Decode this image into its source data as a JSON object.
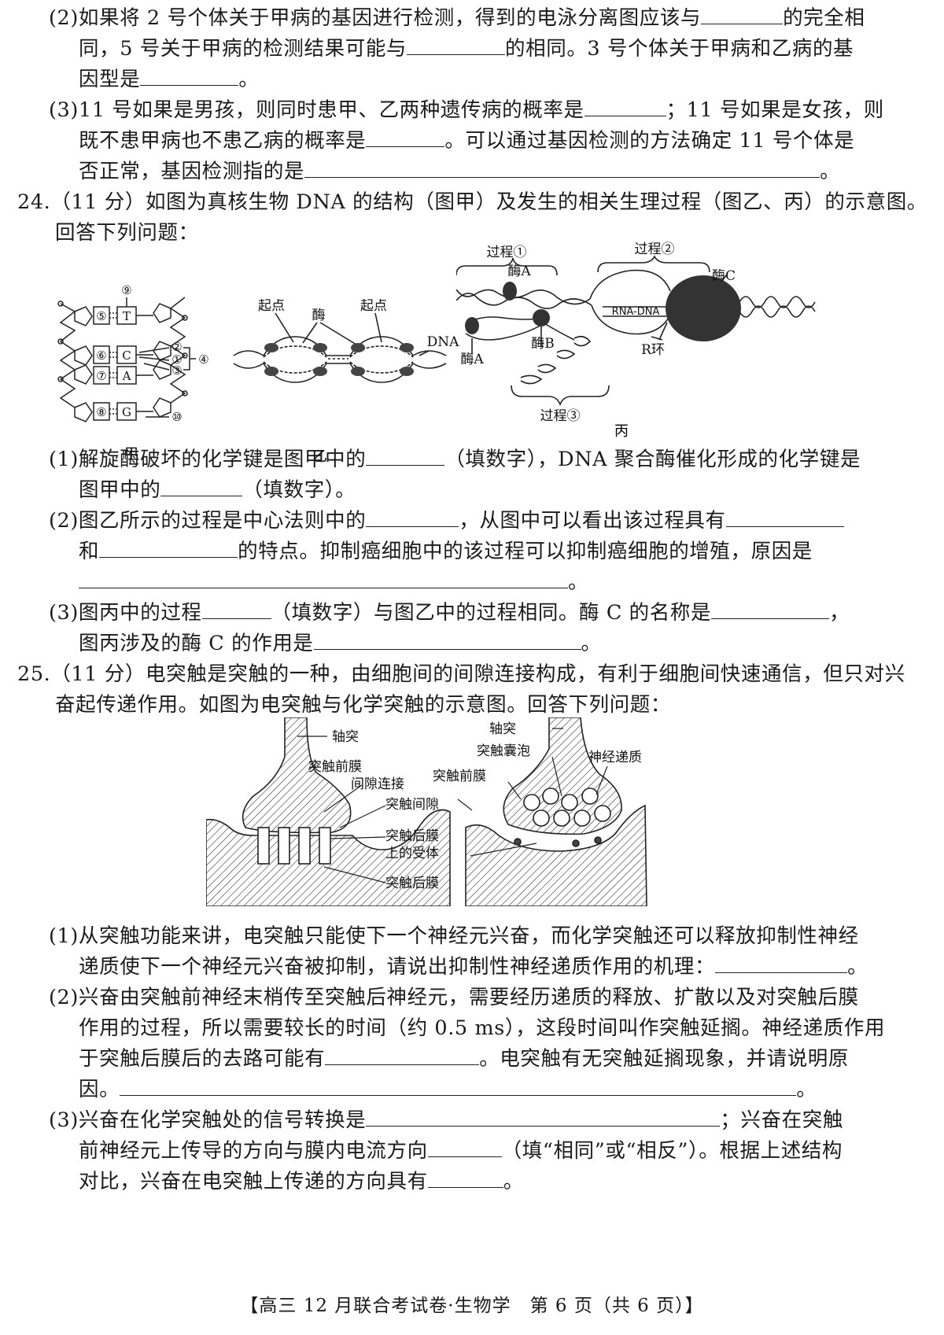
{
  "q23": {
    "p2_l1": [
      "(2)如果将 2 号个体关于甲病的基因进行检测，得到的电泳分离图应该与",
      "的完全相"
    ],
    "p2_l2": [
      "同，5 号关于甲病的检测结果可能与",
      "的相同。3 号个体关于甲病和乙病的基"
    ],
    "p2_l3": [
      "因型是",
      "。"
    ],
    "p3_l1": [
      "(3)11 号如果是男孩，则同时患甲、乙两种遗传病的概率是",
      "；11 号如果是女孩，则"
    ],
    "p3_l2": [
      "既不患甲病也不患乙病的概率是",
      "。可以通过基因检测的方法确定 11 号个体是"
    ],
    "p3_l3": [
      "否正常，基因检测指的是",
      "。"
    ]
  },
  "q24": {
    "stem_l1": "24.（11 分）如图为真核生物 DNA 的结构（图甲）及发生的相关生理过程（图乙、丙）的示意图。",
    "stem_l2": "回答下列问题：",
    "fig_jia": {
      "bases": [
        "T",
        "C",
        "A",
        "G"
      ],
      "left_nums": [
        "⑤",
        "⑥",
        "⑦",
        "⑧"
      ],
      "nums": [
        "⑨",
        "②",
        "①",
        "③",
        "④",
        "⑩"
      ],
      "caption": "甲"
    },
    "fig_yi": {
      "origin1": "起点",
      "enzyme": "酶",
      "origin2": "起点",
      "dna": "DNA",
      "caption": "乙"
    },
    "fig_bing": {
      "process1": "过程①",
      "process2": "过程②",
      "process3": "过程③",
      "enzymeA_top": "酶A",
      "enzymeA_bottom": "酶A",
      "enzymeB": "酶B",
      "enzymeC": "酶C",
      "hybrid": "RNA-DNA",
      "rloop": "R环",
      "caption": "丙"
    },
    "p1_l1": [
      "(1)解旋酶破坏的化学键是图甲中的",
      "（填数字），DNA 聚合酶催化形成的化学键是"
    ],
    "p1_l2": [
      "图甲中的",
      "（填数字）。"
    ],
    "p2_l1": [
      "(2)图乙所示的过程是中心法则中的",
      "，从图中可以看出该过程具有"
    ],
    "p2_l2": [
      "和",
      "的特点。抑制癌细胞中的该过程可以抑制癌细胞的增殖，原因是"
    ],
    "p2_l3": [
      "。"
    ],
    "p3_l1": [
      "(3)图丙中的过程",
      "（填数字）与图乙中的过程相同。酶 C 的名称是",
      "，"
    ],
    "p3_l2": [
      "图丙涉及的酶 C 的作用是",
      "。"
    ]
  },
  "q25": {
    "stem_l1": "25.（11 分）电突触是突触的一种，由细胞间的间隙连接构成，有利于细胞间快速通信，但只对兴",
    "stem_l2": "奋起传递作用。如图为电突触与化学突触的示意图。回答下列问题：",
    "fig": {
      "axon_l": "轴突",
      "pre_l": "突触前膜",
      "gap": "间隙连接",
      "cleft": "突触间隙",
      "receptor1": "突触后膜",
      "receptor2": "上的受体",
      "post": "突触后膜",
      "axon_r": "轴突",
      "vesicle": "突触囊泡",
      "nt": "神经递质",
      "pre_r": "突触前膜"
    },
    "p1_l1": "(1)从突触功能来讲，电突触只能使下一个神经元兴奋，而化学突触还可以释放抑制性神经",
    "p1_l2": [
      "递质使下一个神经元兴奋被抑制，请说出抑制性神经递质作用的机理：",
      "。"
    ],
    "p2_l1": "(2)兴奋由突触前神经末梢传至突触后神经元，需要经历递质的释放、扩散以及对突触后膜",
    "p2_l2": "作用的过程，所以需要较长的时间（约 0.5 ms），这段时间叫作突触延搁。神经递质作用",
    "p2_l3": [
      "于突触后膜后的去路可能有",
      "。电突触有无突触延搁现象，并请说明原"
    ],
    "p2_l4": [
      "因。",
      "。"
    ],
    "p3_l1": [
      "(3)兴奋在化学突触处的信号转换是",
      "；兴奋在突触"
    ],
    "p3_l2": [
      "前神经元上传导的方向与膜内电流方向",
      "（填“相同”或“相反”）。根据上述结构"
    ],
    "p3_l3": [
      "对比，兴奋在电突触上传递的方向具有",
      "。"
    ]
  },
  "footer": "【高三 12 月联合考试卷·生物学　第 6 页（共 6 页）】"
}
